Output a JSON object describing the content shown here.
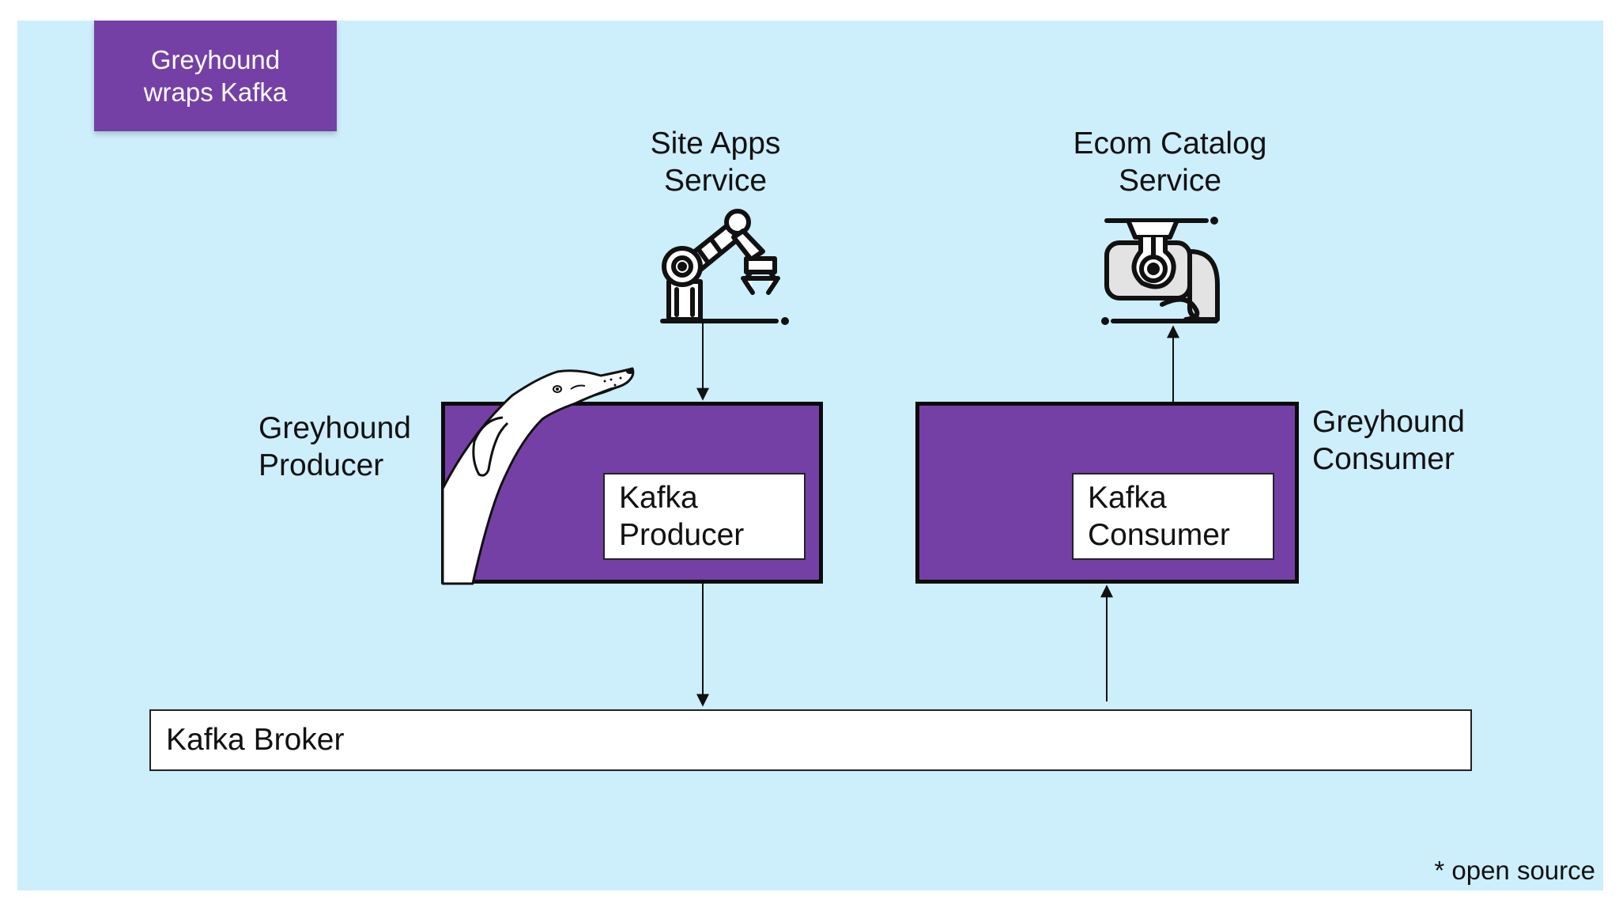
{
  "tag": {
    "line1": "Greyhound",
    "line2": "wraps Kafka"
  },
  "site_apps": {
    "line1": "Site Apps",
    "line2": "Service",
    "icon": "robot-arm-icon"
  },
  "ecom_catalog": {
    "line1": "Ecom Catalog",
    "line2": "Service",
    "icon": "catalog-machine-icon"
  },
  "producer": {
    "line1": "Greyhound",
    "line2": "Producer",
    "inner_line1": "Kafka",
    "inner_line2": "Producer"
  },
  "consumer": {
    "line1": "Greyhound",
    "line2": "Consumer",
    "inner_line1": "Kafka",
    "inner_line2": "Consumer"
  },
  "broker": {
    "label": "Kafka Broker"
  },
  "footnote": "* open source",
  "colors": {
    "background": "#cdeefb",
    "purple": "#7540a6",
    "border": "#0b0b0b",
    "white": "#ffffff"
  }
}
